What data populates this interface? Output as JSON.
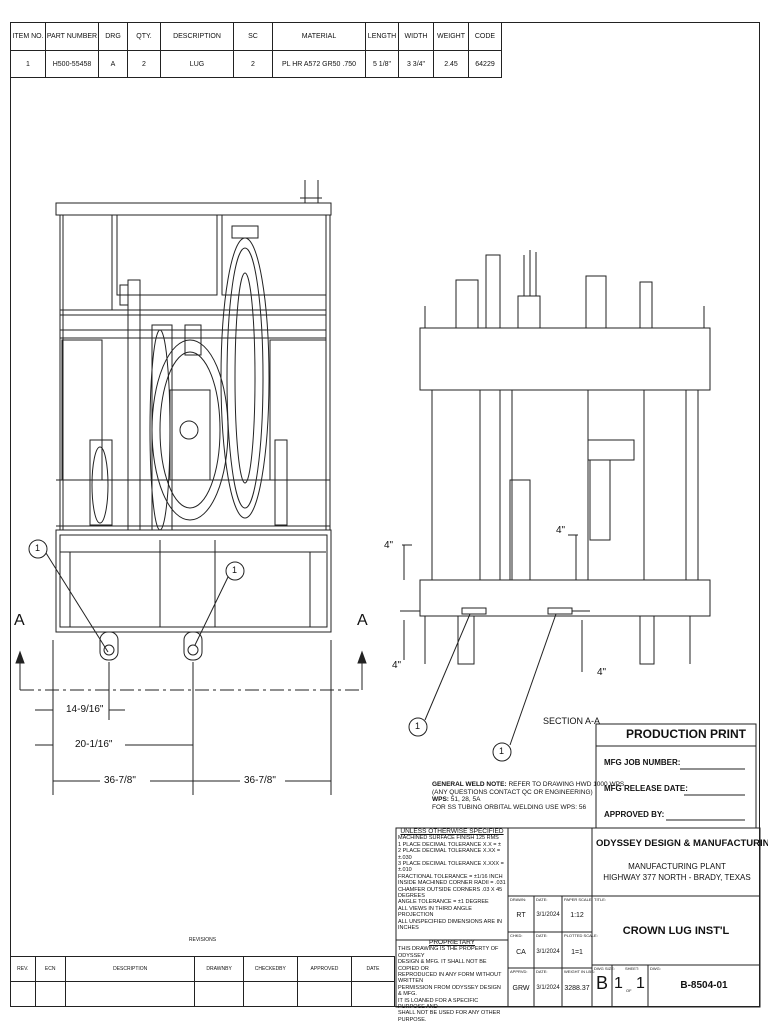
{
  "bom": {
    "headers": [
      "ITEM NO.",
      "PART NUMBER",
      "DRG",
      "QTY.",
      "DESCRIPTION",
      "SC",
      "MATERIAL",
      "LENGTH",
      "WIDTH",
      "WEIGHT",
      "CODE"
    ],
    "rows": [
      [
        "1",
        "H500-55458",
        "A",
        "2",
        "LUG",
        "2",
        "PL HR A572 GR50 .750",
        "5 1/8\"",
        "3 3/4\"",
        "2.45",
        "64229"
      ]
    ]
  },
  "left_view": {
    "section_marker": "A",
    "balloon_1": "1",
    "balloon_2": "1",
    "dims": [
      "14-9/16\"",
      "20-1/16\"",
      "36-7/8\"",
      "36-7/8\""
    ]
  },
  "right_view": {
    "dims": [
      "4\"",
      "4\"",
      "4\"",
      "4\""
    ],
    "balloon_1": "1",
    "balloon_2": "1",
    "section_label": "SECTION A-A"
  },
  "weld_note": {
    "label": "GENERAL WELD NOTE:",
    "text1": "REFER TO DRAWING HWD 1000 WPS",
    "text2": "(ANY QUESTIONS CONTACT QC OR ENGINEERING)",
    "wps_label": "WPS:",
    "wps": "51, 28, 5A",
    "tubing": "FOR SS TUBING ORBITAL WELDING USE WPS: 56"
  },
  "production": {
    "title": "PRODUCTION PRINT",
    "fields": [
      "MFG JOB NUMBER:",
      "MFG RELEASE DATE:",
      "APPROVED BY:"
    ]
  },
  "notes": {
    "header": "UNLESS OTHERWISE SPECIFIED",
    "lines": [
      "MACHINED SURFACE FINISH 125 RMS",
      "1 PLACE DECIMAL TOLERANCE X.X = ±",
      "2 PLACE DECIMAL TOLERANCE X.XX = ±.030",
      "3 PLACE DECIMAL TOLERANCE X.XXX = ±.010",
      "FRACTIONAL TOLERANCE = ±1/16 INCH",
      "INSIDE MACHINED CORNER RADII = .031",
      "CHAMFER OUTSIDE CORNERS .03 X 45 DEGREES",
      "ANGLE TOLERANCE = ±1 DEGREE",
      "ALL VIEWS IN THIRD ANGLE PROJECTION",
      "ALL UNSPECIFIED DIMENSIONS ARE IN INCHES"
    ],
    "proprietary_header": "PROPRIETARY",
    "proprietary_lines": [
      "THIS DRAWING IS THE PROPERTY OF ODYSSEY",
      "DESIGN & MFG. IT SHALL NOT BE COPIED OR",
      "REPRODUCED IN ANY FORM WITHOUT WRITTEN",
      "PERMISSION FROM ODYSSEY DESIGN & MFG.",
      "IT IS LOANED FOR A SPECIFIC PURPOSE AND",
      "SHALL NOT BE USED FOR ANY OTHER PURPOSE."
    ]
  },
  "company": {
    "name": "ODYSSEY DESIGN & MANUFACTURING, INC.",
    "plant": "MANUFACTURING PLANT",
    "address": "HIGHWAY 377 NORTH - BRADY, TEXAS"
  },
  "title_block": {
    "drawn_label": "DRAWN:",
    "drawn": "RT",
    "chkd_label": "CHKD:",
    "chkd": "CA",
    "apprvd_label": "APPRVD:",
    "apprvd": "GRW",
    "date_label": "DATE:",
    "date1": "3/1/2024",
    "date2": "3/1/2024",
    "date3": "3/1/2024",
    "paper_scale_label": "PAPER SCALE:",
    "paper_scale": "1:12",
    "plotted_scale_label": "PLOTTED SCALE:",
    "plotted_scale": "1=1",
    "weight_label": "WEIGHT IN LBS:",
    "weight": "3288.37",
    "title_label": "TITLE:",
    "title": "CROWN LUG INST'L",
    "dwg_size_label": "DWG SIZE:",
    "dwg_size": "B",
    "sheet_label": "SHEET:",
    "sheet": "1",
    "of": "OF",
    "sheet_total": "1",
    "dwg_label": "DWG:",
    "dwg": "B-8504-01"
  },
  "revisions": {
    "title": "REVISIONS",
    "headers": [
      "REV.",
      "ECN",
      "DESCRIPTION",
      "DRAWNBY",
      "CHECKEDBY",
      "APPROVED",
      "DATE"
    ]
  }
}
